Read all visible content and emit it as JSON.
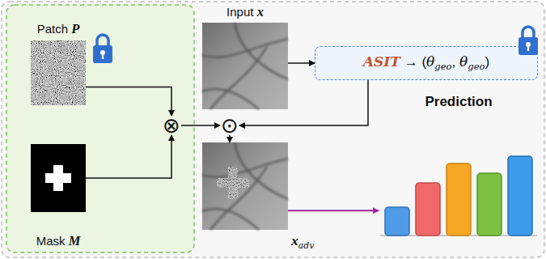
{
  "diagram": {
    "nodes": [
      {
        "text": [
          "Patch P"
        ]
      },
      {
        "text": [
          "Mask M"
        ]
      },
      {
        "text": [
          "⊗"
        ]
      },
      {
        "text": [
          "Input x"
        ]
      },
      {
        "text": [
          "ASIT → (θgeo, θgeo)"
        ]
      },
      {
        "text": [
          "⊙"
        ]
      },
      {
        "text": [
          "xadv"
        ]
      },
      {
        "text": [
          "Prediction"
        ]
      }
    ],
    "edges": [
      {
        "from": 0,
        "to": 2,
        "arrow": "to"
      },
      {
        "from": 1,
        "to": 2,
        "arrow": "to"
      },
      {
        "from": 2,
        "to": 5,
        "arrow": "to"
      },
      {
        "from": 3,
        "to": 4,
        "arrow": "to"
      },
      {
        "from": 4,
        "to": 5,
        "arrow": "to"
      },
      {
        "from": 5,
        "to": 6,
        "arrow": "to"
      },
      {
        "from": 6,
        "to": 7,
        "arrow": "to"
      }
    ]
  }
}
